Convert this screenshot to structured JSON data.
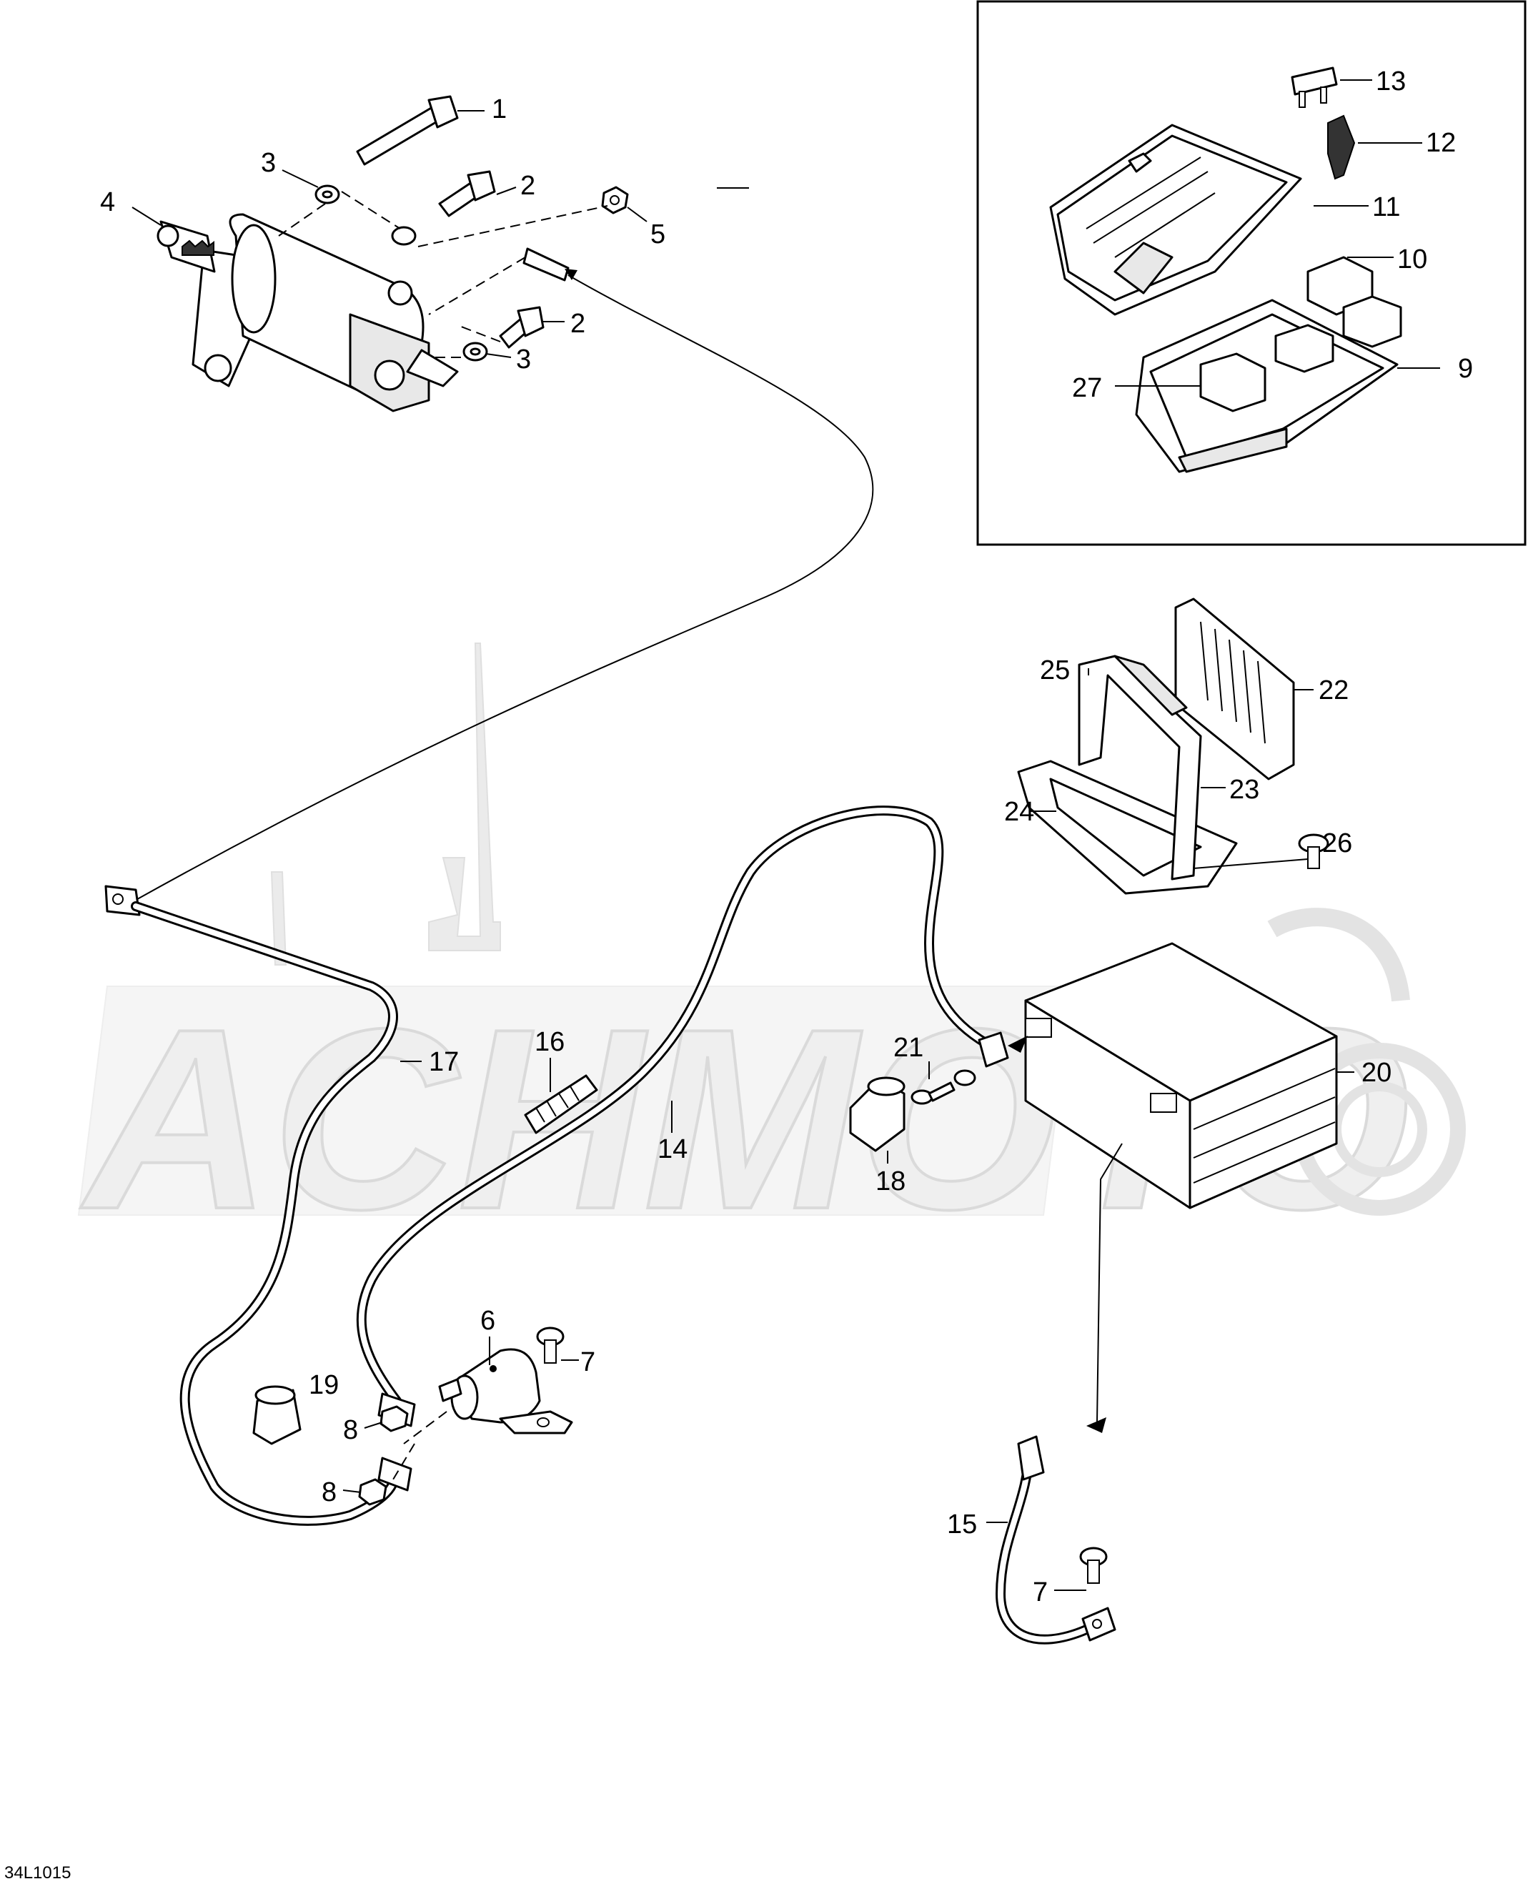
{
  "diagram_code": "34L1015",
  "callouts": [
    "1",
    "2",
    "2",
    "3",
    "3",
    "4",
    "5",
    "6",
    "7",
    "7",
    "8",
    "8",
    "9",
    "10",
    "11",
    "12",
    "13",
    "14",
    "15",
    "16",
    "17",
    "18",
    "19",
    "20",
    "21",
    "22",
    "23",
    "24",
    "25",
    "26",
    "27"
  ],
  "watermark": {
    "text": "ACHMOTO"
  }
}
